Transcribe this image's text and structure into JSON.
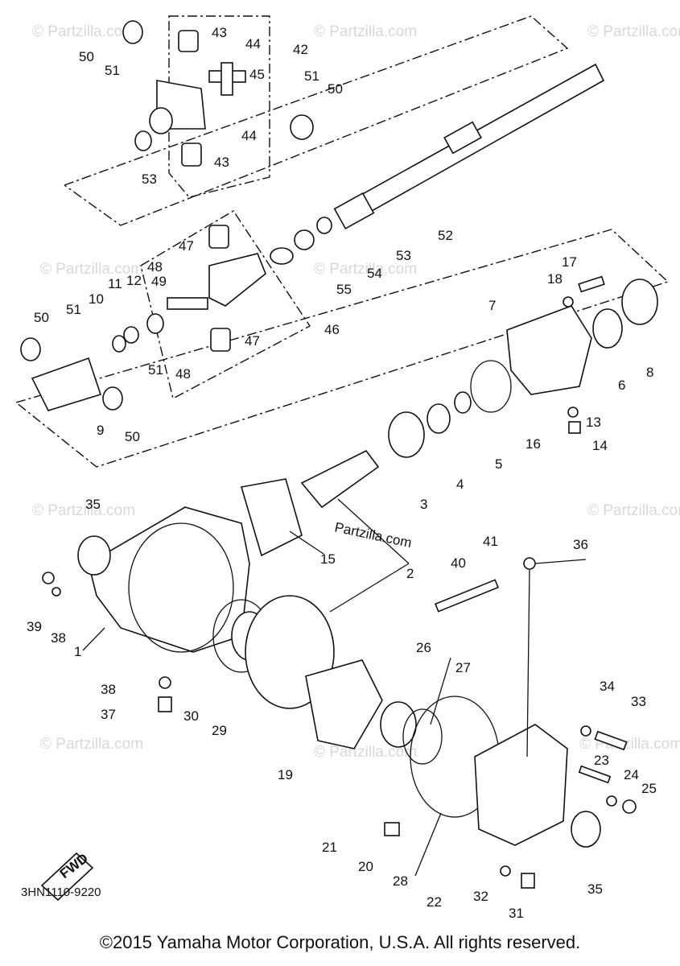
{
  "diagram": {
    "doc_code": "3HN1110-9220",
    "watermark": "© Partzilla.com",
    "center_watermark": "Partzilla.com",
    "fwd_label": "FWD",
    "callouts": {
      "c1": "1",
      "c2": "2",
      "c3": "3",
      "c4": "4",
      "c5": "5",
      "c6": "6",
      "c7": "7",
      "c8": "8",
      "c9": "9",
      "c10": "10",
      "c11": "11",
      "c12": "12",
      "c13": "13",
      "c14": "14",
      "c15": "15",
      "c16": "16",
      "c17": "17",
      "c18": "18",
      "c19": "19",
      "c20": "20",
      "c21": "21",
      "c22": "22",
      "c23": "23",
      "c24": "24",
      "c25": "25",
      "c26": "26",
      "c27": "27",
      "c28": "28",
      "c29": "29",
      "c30": "30",
      "c31": "31",
      "c32": "32",
      "c33": "33",
      "c34": "34",
      "c35": "35",
      "c36": "36",
      "c37": "37",
      "c38": "38",
      "c39": "39",
      "c40": "40",
      "c41": "41",
      "c42": "42",
      "c43": "43",
      "c44": "44",
      "c45": "45",
      "c46": "46",
      "c47": "47",
      "c48": "48",
      "c49": "49",
      "c50": "50",
      "c51": "51",
      "c52": "52",
      "c53": "53",
      "c54": "54",
      "c55": "55"
    }
  },
  "footer": {
    "copyright": "©2015 Yamaha Motor Corporation, U.S.A. All rights reserved."
  }
}
